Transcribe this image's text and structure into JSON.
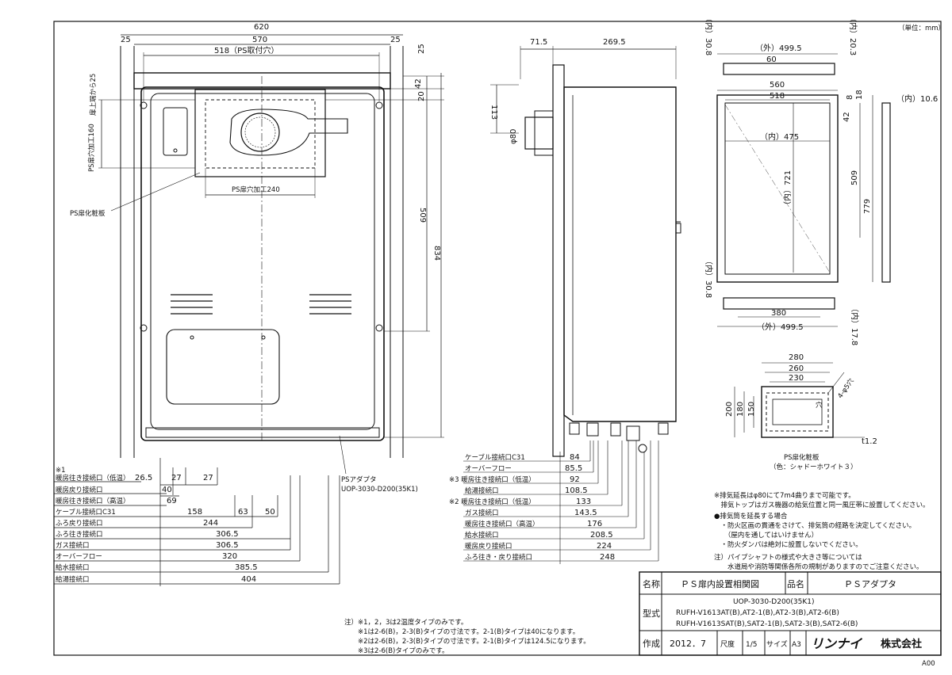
{
  "sheet": {
    "unit": "（単位：mm）",
    "sheet_code": "A00"
  },
  "front_view": {
    "dims_top": [
      "620",
      "25",
      "570",
      "25",
      "518（PS取付穴）"
    ],
    "dims_right": [
      "25",
      "42",
      "20",
      "509",
      "834"
    ],
    "dims_left": [
      "扉上端から25",
      "PS扉穴加工160"
    ],
    "ps_hole_width": "PS扉穴加工240",
    "plate_label": "PS扉化粧板",
    "adapter_label": [
      "PSアダプタ",
      "UOP-3030-D200(35K1)"
    ]
  },
  "bottom_connections": {
    "note_mark": "※1",
    "rows": [
      {
        "label": "暖房往き接続口（低温）",
        "values": [
          "26.5",
          "27",
          "27"
        ]
      },
      {
        "label": "暖房戻り接続口",
        "values": [
          "40"
        ]
      },
      {
        "label": "暖房往き接続口（高温）",
        "values": [
          "69"
        ]
      },
      {
        "label": "ケーブル接続口C31",
        "values": [
          "158",
          "63",
          "50"
        ]
      },
      {
        "label": "ふろ戻り接続口",
        "values": [
          "244"
        ]
      },
      {
        "label": "ふろ往き接続口",
        "values": [
          "306.5"
        ]
      },
      {
        "label": "ガス接続口",
        "values": [
          "306.5"
        ]
      },
      {
        "label": "オーバーフロー",
        "values": [
          "320"
        ]
      },
      {
        "label": "給水接続口",
        "values": [
          "385.5"
        ]
      },
      {
        "label": "給湯接続口",
        "values": [
          "404"
        ]
      }
    ]
  },
  "side_view": {
    "dims_top": [
      "71.5",
      "269.5"
    ],
    "dims_left": [
      "113",
      "φ80"
    ],
    "rows": [
      {
        "label": "ケーブル接続口C31",
        "value": "84"
      },
      {
        "label": "オーバーフロー",
        "value": "85.5"
      },
      {
        "label": "※3 暖房往き接続口（低温）",
        "value": "92"
      },
      {
        "label": "給湯接続口",
        "value": "108.5"
      },
      {
        "label": "※2 暖房往き接続口（低温）",
        "value": "133"
      },
      {
        "label": "ガス接続口",
        "value": "143.5"
      },
      {
        "label": "暖房往き接続口（高温）",
        "value": "176"
      },
      {
        "label": "給水接続口",
        "value": "208.5"
      },
      {
        "label": "暖房戻り接続口",
        "value": "224"
      },
      {
        "label": "ふろ往き・戻り接続口",
        "value": "248"
      }
    ]
  },
  "frame_view": {
    "dims": [
      "（外）499.5",
      "60",
      "560",
      "518",
      "（内）475",
      "（内）721",
      "509",
      "779",
      "380",
      "（外）499.5",
      "（内）30.8",
      "（内）20.3",
      "（内）10.6",
      "8",
      "18",
      "42",
      "（内）30.8",
      "（内）17.8"
    ]
  },
  "plate_view": {
    "dims": [
      "280",
      "260",
      "230",
      "4-φ5穴",
      "200",
      "180",
      "150",
      "穴",
      "t1.2"
    ],
    "label": "PS扉化粧板",
    "color_note": "（色：シャドーホワイト３）"
  },
  "notes_right": [
    "※排気延長はφ80にて7m4曲りまで可能です。",
    "　排気トップはガス機器の給気位置と同一風圧帯に設置してください。",
    "●排気筒を延長する場合",
    "　・防火区画の貫通をさけて、排気筒の経路を決定してください。",
    "　　（屋内を通してはいけません）",
    "　・防火ダンパは絶対に設置しないでください。",
    "注）パイプシャフトの様式や大きさ等については",
    "　　水道局や消防等関係各所の規制がありますのでご注意ください。"
  ],
  "notes_bottom": [
    "注）※1，2，3は2温度タイプのみです。",
    "　　※1は2-6(B)，2-3(B)タイプの寸法です。2-1(B)タイプは40になります。",
    "　　※2は2-6(B)，2-3(B)タイプの寸法です。2-1(B)タイプは124.5になります。",
    "　　※3は2-6(B)タイプのみです。"
  ],
  "title_block": {
    "name_label": "名称",
    "name_value": "ＰＳ扉内設置相関図",
    "product_label": "品名",
    "product_value": "ＰＳアダプタ",
    "model_label": "型式",
    "model_lines": [
      "UOP-3030-D200(35K1)",
      "RUFH-V1613AT(B),AT2-1(B),AT2-3(B),AT2-6(B)",
      "RUFH-V1613SAT(B),SAT2-1(B),SAT2-3(B),SAT2-6(B)"
    ],
    "made_label": "作成",
    "date": "2012．7",
    "scale_label": "尺度",
    "scale": "1/5",
    "size_label": "サイズ",
    "size": "A3",
    "company_logo": "リンナイ",
    "company_suffix": "株式会社"
  }
}
